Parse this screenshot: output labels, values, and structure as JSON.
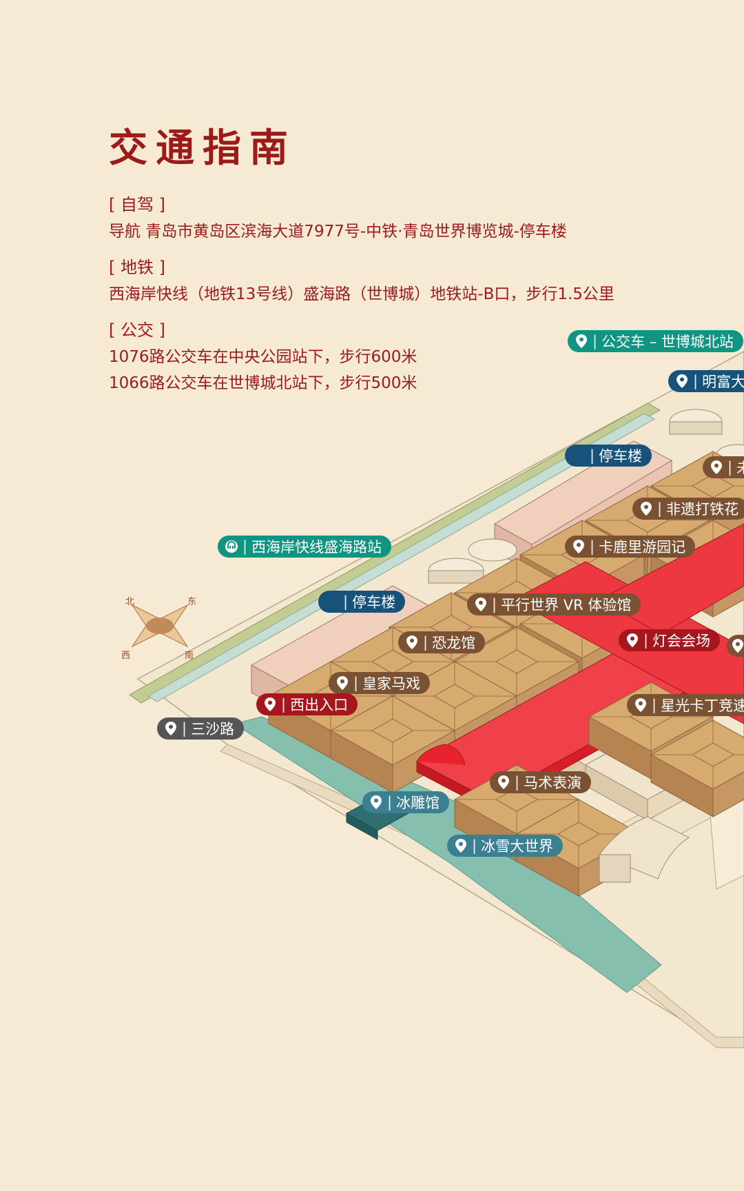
{
  "title": "交通指南",
  "sections": [
    {
      "heading": "[ 自驾 ]",
      "lines": [
        "导航 青岛市黄岛区滨海大道7977号-中铁·青岛世界博览城-停车楼"
      ]
    },
    {
      "heading": "[ 地铁 ]",
      "lines": [
        "西海岸快线（地铁13号线）盛海路（世博城）地铁站-B口，步行1.5公里"
      ]
    },
    {
      "heading": "[ 公交 ]",
      "lines": [
        "1076路公交车在中央公园站下，步行600米",
        "1066路公交车在世博城北站下，步行500米"
      ]
    }
  ],
  "compass": {
    "north": "北",
    "east": "东",
    "south": "南",
    "west": "西"
  },
  "colors": {
    "background": "#f6ead5",
    "title": "#9b1b1b",
    "building": "#c8995e",
    "festival_red": "#e81f2c",
    "parking_building": "#ebc3b1",
    "river": "#86bfad",
    "green_belt": "#c8cf9a",
    "label_teal": "#0f9582",
    "label_blue": "#17527a",
    "label_brown": "#7b5134",
    "label_red": "#a6161d",
    "label_gray": "#555555",
    "label_ice": "#3b7f92"
  },
  "labels": [
    {
      "name": "bus-station-shibocheng-north",
      "text": "公交车 – 世博城北站",
      "icon": "pin-icon",
      "style": "teal"
    },
    {
      "name": "mingfu",
      "text": "明富大",
      "icon": "pin-icon",
      "style": "blue"
    },
    {
      "name": "parking-north",
      "text": "停车楼",
      "icon": "parking-icon",
      "style": "blue"
    },
    {
      "name": "wei",
      "text": "未",
      "icon": "pin-icon",
      "style": "brown"
    },
    {
      "name": "iron-flower",
      "text": "非遗打铁花",
      "icon": "pin-icon",
      "style": "brown"
    },
    {
      "name": "carnival",
      "text": "卡鹿里游园记",
      "icon": "pin-icon",
      "style": "brown"
    },
    {
      "name": "metro-station",
      "text": "西海岸快线盛海路站",
      "icon": "metro-icon",
      "style": "teal"
    },
    {
      "name": "parking-west",
      "text": "停车楼",
      "icon": "parking-icon",
      "style": "blue"
    },
    {
      "name": "vr-experience",
      "text": "平行世界 VR 体验馆",
      "icon": "pin-icon",
      "style": "brown"
    },
    {
      "name": "dinosaur-hall",
      "text": "恐龙馆",
      "icon": "pin-icon",
      "style": "brown"
    },
    {
      "name": "lantern-venue",
      "text": "灯会会场",
      "icon": "pin-icon",
      "style": "red"
    },
    {
      "name": "extra-pin",
      "text": "",
      "icon": "pin-icon",
      "style": "brown"
    },
    {
      "name": "royal-circus",
      "text": "皇家马戏",
      "icon": "pin-icon",
      "style": "brown"
    },
    {
      "name": "west-entrance",
      "text": "西出入口",
      "icon": "pin-icon",
      "style": "red"
    },
    {
      "name": "starlight-karting",
      "text": "星光卡丁竞速",
      "icon": "pin-icon",
      "style": "brown"
    },
    {
      "name": "sansha-road",
      "text": "三沙路",
      "icon": "pin-icon",
      "style": "gray"
    },
    {
      "name": "horse-show",
      "text": "马术表演",
      "icon": "pin-icon",
      "style": "brown"
    },
    {
      "name": "ice-sculpture",
      "text": "冰雕馆",
      "icon": "pin-icon",
      "style": "ice"
    },
    {
      "name": "ice-snow-world",
      "text": "冰雪大世界",
      "icon": "pin-icon",
      "style": "ice"
    }
  ]
}
